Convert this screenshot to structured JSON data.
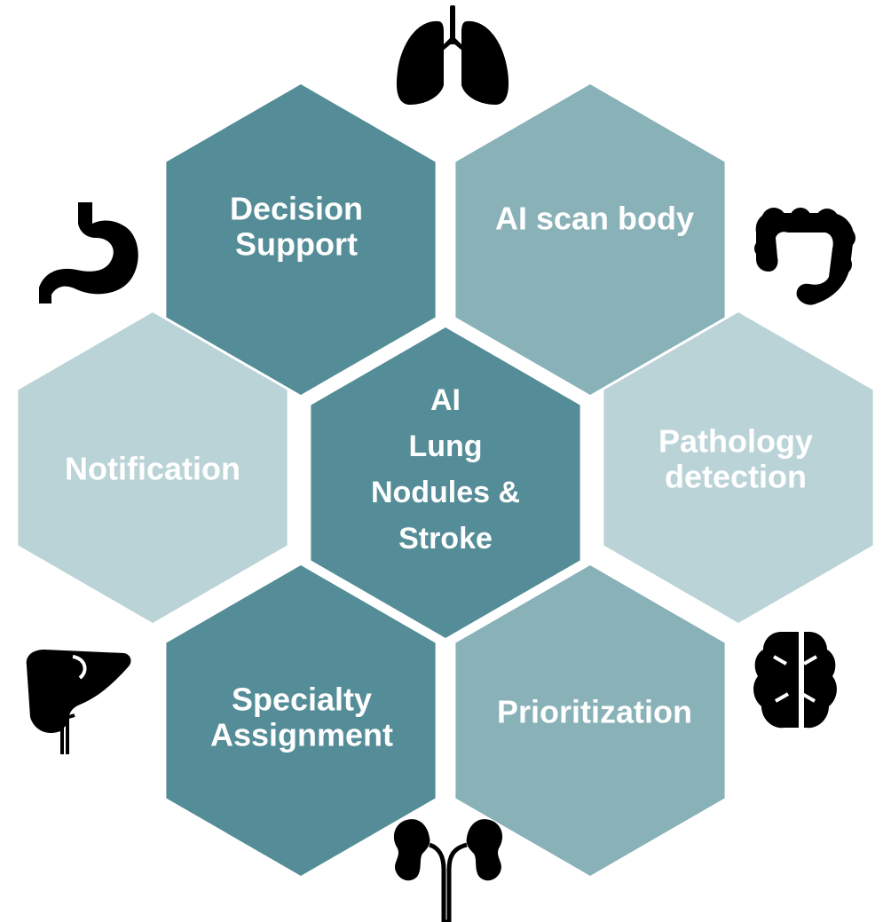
{
  "colors": {
    "dark": "#548d97",
    "medium": "#88b1b8",
    "light": "#bad3d7",
    "label": "#ffffff",
    "icon": "#000000"
  },
  "center": {
    "lines": [
      "AI",
      "Lung",
      "Nodules &",
      "Stroke"
    ],
    "shade": "dark"
  },
  "hexagons": [
    {
      "id": "decision-support",
      "lines": [
        "Decision",
        "Support"
      ],
      "shade": "dark"
    },
    {
      "id": "ai-scan-body",
      "lines": [
        "AI scan body"
      ],
      "shade": "medium"
    },
    {
      "id": "pathology-detection",
      "lines": [
        "Pathology",
        "detection"
      ],
      "shade": "light"
    },
    {
      "id": "prioritization",
      "lines": [
        "Prioritization"
      ],
      "shade": "medium"
    },
    {
      "id": "specialty-assignment",
      "lines": [
        "Specialty",
        "Assignment"
      ],
      "shade": "dark"
    },
    {
      "id": "notification",
      "lines": [
        "Notification"
      ],
      "shade": "light"
    }
  ],
  "icons": [
    "lungs-icon",
    "colon-icon",
    "brain-icon",
    "kidneys-icon",
    "liver-icon",
    "stomach-icon"
  ]
}
